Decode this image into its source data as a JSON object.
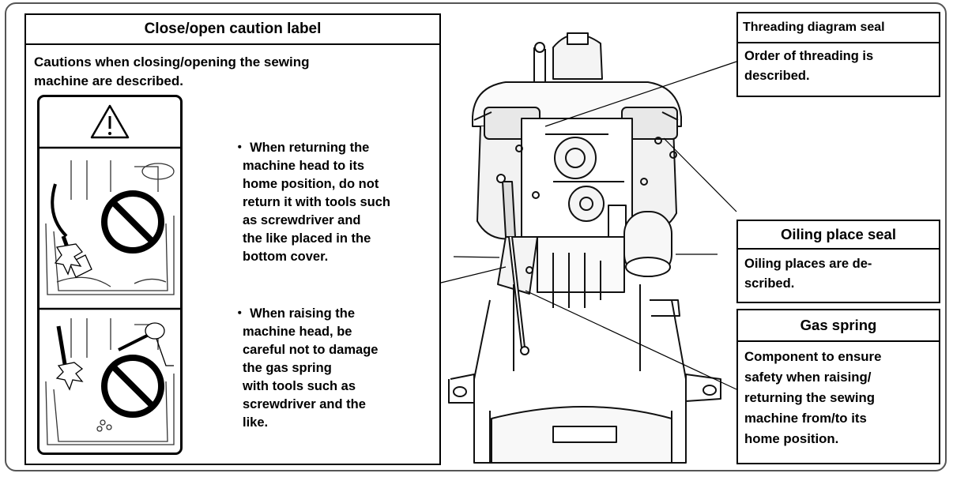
{
  "close_open_label": {
    "title": "Close/open caution label",
    "intro_lines": [
      "Cautions when closing/opening the sewing",
      "machine are described."
    ],
    "caution1_lines": [
      "・ When returning the",
      "machine head to its",
      "home position, do not",
      "return it with tools such",
      "as screwdriver and",
      "the like placed in the",
      "bottom cover."
    ],
    "caution2_lines": [
      "・ When raising the",
      "machine head, be",
      "careful not to damage",
      "the gas spring",
      "with tools such as",
      "screwdriver and the",
      "like."
    ],
    "warning_symbol": "⚠",
    "icons": [
      "warning-triangle-icon",
      "prohibition-icon",
      "arrow-left-icon",
      "collision-icon"
    ]
  },
  "threading_seal": {
    "title": "Threading diagram seal",
    "lines": [
      "Order of threading is",
      "described."
    ]
  },
  "oiling_seal": {
    "title": "Oiling place seal",
    "lines": [
      "Oiling places are de-",
      "scribed."
    ]
  },
  "gas_spring": {
    "title": "Gas spring",
    "lines": [
      "Component to ensure",
      "safety when raising/",
      "returning the sewing",
      "machine from/to its",
      "home position."
    ]
  },
  "colors": {
    "ink": "#000000",
    "frame": "#555555",
    "background": "#ffffff"
  }
}
